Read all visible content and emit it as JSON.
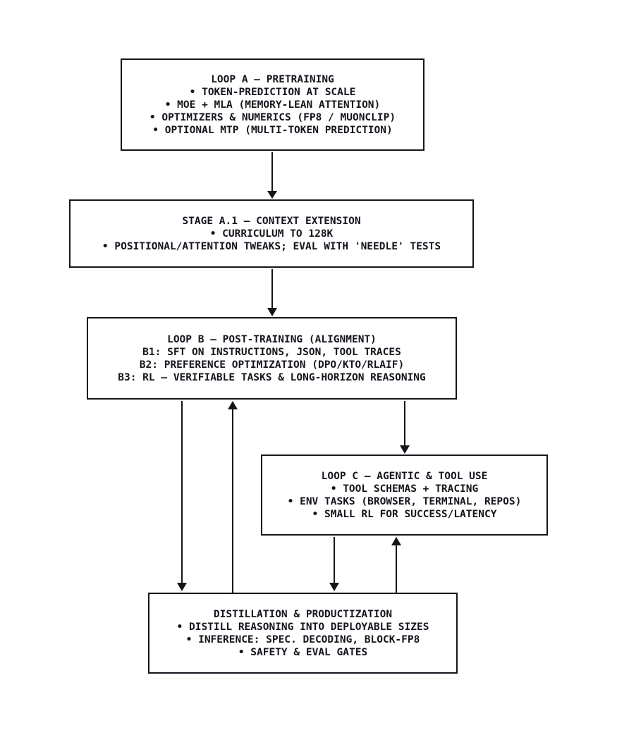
{
  "diagram": {
    "type": "flowchart",
    "background_color": "#ffffff",
    "stroke_color": "#15151e",
    "text_color": "#15151e",
    "nodes": [
      {
        "id": "loop-a",
        "title": "LOOP A — PRETRAINING",
        "lines": [
          "• TOKEN-PREDICTION AT SCALE",
          "• MOE + MLA (MEMORY-LEAN ATTENTION)",
          "• OPTIMIZERS & NUMERICS (FP8 / MUONCLIP)",
          "• OPTIONAL MTP (MULTI-TOKEN PREDICTION)"
        ]
      },
      {
        "id": "stage-a1",
        "title": "STAGE A.1 — CONTEXT EXTENSION",
        "lines": [
          "• CURRICULUM TO 128K",
          "• POSITIONAL/ATTENTION TWEAKS; EVAL WITH 'NEEDLE' TESTS"
        ]
      },
      {
        "id": "loop-b",
        "title": "LOOP B — POST-TRAINING (ALIGNMENT)",
        "lines": [
          "B1: SFT ON INSTRUCTIONS, JSON, TOOL TRACES",
          "B2: PREFERENCE OPTIMIZATION (DPO/KTO/RLAIF)",
          "B3: RL — VERIFIABLE TASKS & LONG-HORIZON REASONING"
        ]
      },
      {
        "id": "loop-c",
        "title": "LOOP C — AGENTIC & TOOL USE",
        "lines": [
          "• TOOL SCHEMAS + TRACING",
          "• ENV TASKS (BROWSER, TERMINAL, REPOS)",
          "• SMALL RL FOR SUCCESS/LATENCY"
        ]
      },
      {
        "id": "distillation",
        "title": "DISTILLATION & PRODUCTIZATION",
        "lines": [
          "• DISTILL REASONING INTO DEPLOYABLE SIZES",
          "• INFERENCE: SPEC. DECODING, BLOCK-FP8",
          "• SAFETY & EVAL GATES"
        ]
      }
    ],
    "edges": [
      {
        "from": "loop-a",
        "to": "stage-a1",
        "direction": "down"
      },
      {
        "from": "stage-a1",
        "to": "loop-b",
        "direction": "down"
      },
      {
        "from": "loop-b",
        "to": "loop-c",
        "direction": "down"
      },
      {
        "from": "loop-b",
        "to": "distillation",
        "direction": "down"
      },
      {
        "from": "distillation",
        "to": "loop-b",
        "direction": "up"
      },
      {
        "from": "loop-c",
        "to": "distillation",
        "direction": "down"
      },
      {
        "from": "distillation",
        "to": "loop-c",
        "direction": "up"
      }
    ]
  }
}
